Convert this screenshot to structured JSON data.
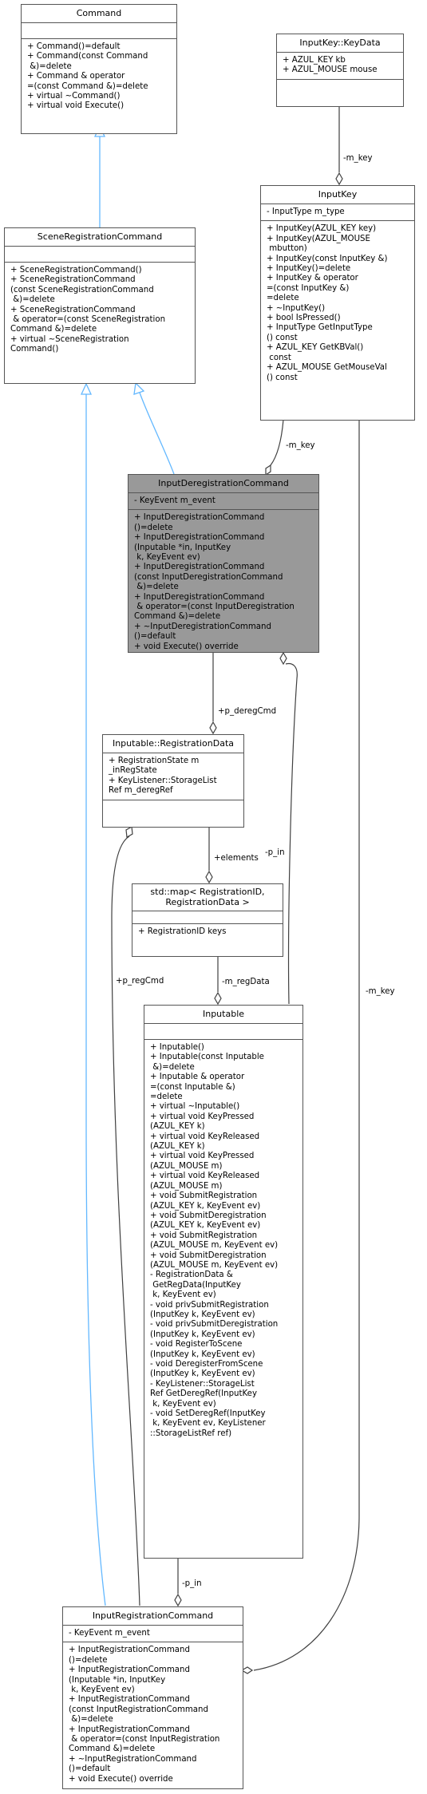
{
  "classes": {
    "command": {
      "name": "Command",
      "attributes": [],
      "methods": [
        "+ Command()=default",
        "+ Command(const Command",
        " &)=delete",
        "+ Command & operator",
        "=(const Command &)=delete",
        "+ virtual ~Command()",
        "+ virtual void Execute()"
      ]
    },
    "keydata": {
      "name": "InputKey::KeyData",
      "attributes": [
        "+ AZUL_KEY kb",
        "+ AZUL_MOUSE mouse"
      ],
      "methods": []
    },
    "inputkey": {
      "name": "InputKey",
      "attributes": [
        "- InputType m_type"
      ],
      "methods": [
        "+ InputKey(AZUL_KEY key)",
        "+ InputKey(AZUL_MOUSE",
        " mbutton)",
        "+ InputKey(const InputKey &)",
        "+ InputKey()=delete",
        "+ InputKey & operator",
        "=(const InputKey &)",
        "=delete",
        "+ ~InputKey()",
        "+ bool IsPressed()",
        "+ InputType GetInputType",
        "() const",
        "+ AZUL_KEY GetKBVal()",
        " const",
        "+ AZUL_MOUSE GetMouseVal",
        "() const"
      ]
    },
    "scene_reg_cmd": {
      "name": "SceneRegistrationCommand",
      "attributes": [],
      "methods": [
        "+ SceneRegistrationCommand()",
        "+ SceneRegistrationCommand",
        "(const SceneRegistrationCommand",
        " &)=delete",
        "+ SceneRegistrationCommand",
        " & operator=(const SceneRegistration",
        "Command &)=delete",
        "+ virtual ~SceneRegistration",
        "Command()"
      ]
    },
    "input_dereg_cmd": {
      "name": "InputDeregistrationCommand",
      "attributes": [
        "- KeyEvent m_event"
      ],
      "methods": [
        "+ InputDeregistrationCommand",
        "()=delete",
        "+ InputDeregistrationCommand",
        "(Inputable *in, InputKey",
        " k, KeyEvent ev)",
        "+ InputDeregistrationCommand",
        "(const InputDeregistrationCommand",
        " &)=delete",
        "+ InputDeregistrationCommand",
        " & operator=(const InputDeregistration",
        "Command &)=delete",
        "+ ~InputDeregistrationCommand",
        "()=default",
        "+ void Execute() override"
      ]
    },
    "reg_data": {
      "name": "Inputable::RegistrationData",
      "attributes": [
        "+ RegistrationState m",
        "_inRegState",
        "+ KeyListener::StorageList",
        "Ref m_deregRef"
      ],
      "methods": []
    },
    "stdmap": {
      "name_lines": [
        "std::map< RegistrationID,",
        "RegistrationData >"
      ],
      "attributes": [],
      "methods": [
        "+ RegistrationID keys"
      ]
    },
    "inputable": {
      "name": "Inputable",
      "attributes": [],
      "methods": [
        "+ Inputable()",
        "+ Inputable(const Inputable",
        " &)=delete",
        "+ Inputable & operator",
        "=(const Inputable &)",
        "=delete",
        "+ virtual ~Inputable()",
        "+ virtual void KeyPressed",
        "(AZUL_KEY k)",
        "+ virtual void KeyReleased",
        "(AZUL_KEY k)",
        "+ virtual void KeyPressed",
        "(AZUL_MOUSE m)",
        "+ virtual void KeyReleased",
        "(AZUL_MOUSE m)",
        "+ void SubmitRegistration",
        "(AZUL_KEY k, KeyEvent ev)",
        "+ void SubmitDeregistration",
        "(AZUL_KEY k, KeyEvent ev)",
        "+ void SubmitRegistration",
        "(AZUL_MOUSE m, KeyEvent ev)",
        "+ void SubmitDeregistration",
        "(AZUL_MOUSE m, KeyEvent ev)",
        "- RegistrationData &",
        " GetRegData(InputKey",
        " k, KeyEvent ev)",
        "- void privSubmitRegistration",
        "(InputKey k, KeyEvent ev)",
        "- void privSubmitDeregistration",
        "(InputKey k, KeyEvent ev)",
        "- void RegisterToScene",
        "(InputKey k, KeyEvent ev)",
        "- void DeregisterFromScene",
        "(InputKey k, KeyEvent ev)",
        "- KeyListener::StorageList",
        "Ref GetDeregRef(InputKey",
        " k, KeyEvent ev)",
        "- void SetDeregRef(InputKey",
        " k, KeyEvent ev, KeyListener",
        "::StorageListRef ref)"
      ]
    },
    "input_reg_cmd": {
      "name": "InputRegistrationCommand",
      "attributes": [
        "- KeyEvent m_event"
      ],
      "methods": [
        "+ InputRegistrationCommand",
        "()=delete",
        "+ InputRegistrationCommand",
        "(Inputable *in, InputKey",
        " k, KeyEvent ev)",
        "+ InputRegistrationCommand",
        "(const InputRegistrationCommand",
        " &)=delete",
        "+ InputRegistrationCommand",
        " & operator=(const InputRegistration",
        "Command &)=delete",
        "+ ~InputRegistrationCommand",
        "()=default",
        "+ void Execute() override"
      ]
    }
  },
  "edge_labels": {
    "keydata_inputkey": "-m_key",
    "inputkey_dereg": "-m_key",
    "inputkey_reg": "-m_key",
    "dereg_regdata": "+p_deregCmd",
    "regdata_map": "+elements",
    "map_inputable": "-m_regData",
    "inputable_dereg": "-p_in",
    "regdata_reg": "+p_regCmd",
    "inputable_reg": "-p_in"
  },
  "colors": {
    "inheritance_edge": "#63b8ff",
    "association_edge": "#404040",
    "highlight_fill": "#999999",
    "box_border": "#555555"
  }
}
